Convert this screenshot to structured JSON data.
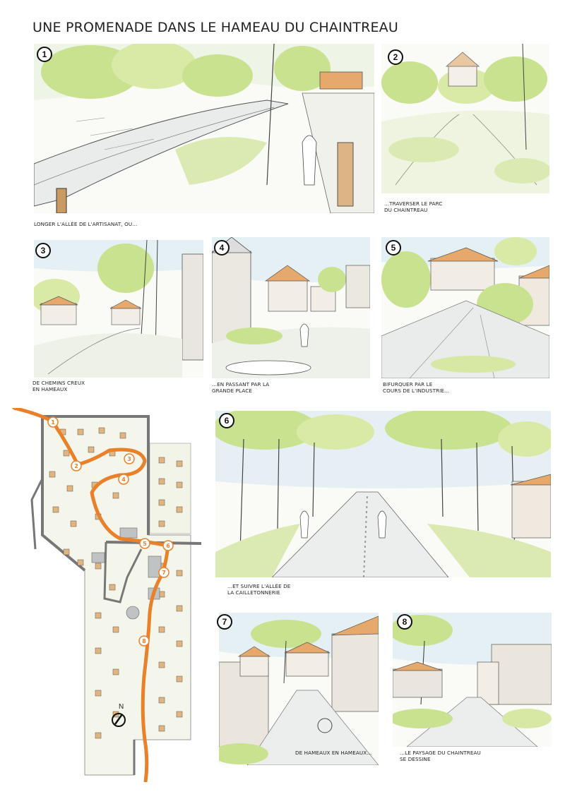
{
  "page": {
    "title": "UNE PROMENADE DANS LE HAMEAU DU CHAINTREAU"
  },
  "panels": [
    {
      "number": "1",
      "caption_lines": [
        "LONGER L'ALLÉE DE L'ARTISANAT, OU..."
      ]
    },
    {
      "number": "2",
      "caption_lines": [
        "...TRAVERSER LE PARC",
        "DU CHAINTREAU"
      ]
    },
    {
      "number": "3",
      "caption_lines": [
        "DE CHEMINS CREUX",
        "EN HAMEAUX"
      ]
    },
    {
      "number": "4",
      "caption_lines": [
        "...EN PASSANT PAR LA",
        "GRANDE PLACE"
      ]
    },
    {
      "number": "5",
      "caption_lines": [
        "BIFURQUER PAR LE",
        "COURS DE L'INDUSTRIE..."
      ]
    },
    {
      "number": "6",
      "caption_lines": [
        "...ET SUIVRE L'ALLÉE DE",
        "LA CAILLETONNERIE"
      ]
    },
    {
      "number": "7",
      "caption_lines": [
        "DE HAMEAUX EN HAMEAUX..."
      ]
    },
    {
      "number": "8",
      "caption_lines": [
        "...LE PAYSAGE DU CHAINTREAU",
        "SE DESSINE"
      ]
    }
  ],
  "map": {
    "north_label": "N",
    "route_markers": [
      "1",
      "2",
      "3",
      "4",
      "5",
      "6",
      "7",
      "8"
    ]
  },
  "colors": {
    "route": "#e8812a",
    "foliage": "#c9e28f",
    "foliage_light": "#e3efbf",
    "roof": "#e6a86b",
    "sky": "#dcecf2",
    "ink": "#333333"
  }
}
